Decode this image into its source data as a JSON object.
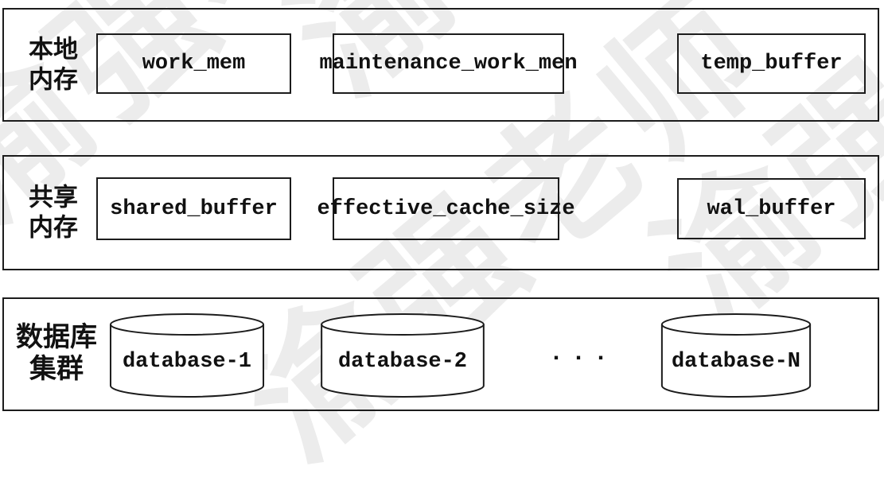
{
  "watermark": {
    "text": "渝强老师",
    "color": "#ececec"
  },
  "rows": [
    {
      "label_lines": [
        "本地",
        "内存"
      ],
      "boxes": [
        "work_mem",
        "maintenance_work_men",
        "temp_buffer"
      ]
    },
    {
      "label_lines": [
        "共享",
        "内存"
      ],
      "boxes": [
        "shared_buffer",
        "effective_cache_size",
        "wal_buffer"
      ]
    },
    {
      "label_lines": [
        "数据库",
        "集群"
      ],
      "cylinders": [
        "database-1",
        "database-2",
        "database-N"
      ],
      "ellipsis": "..."
    }
  ]
}
